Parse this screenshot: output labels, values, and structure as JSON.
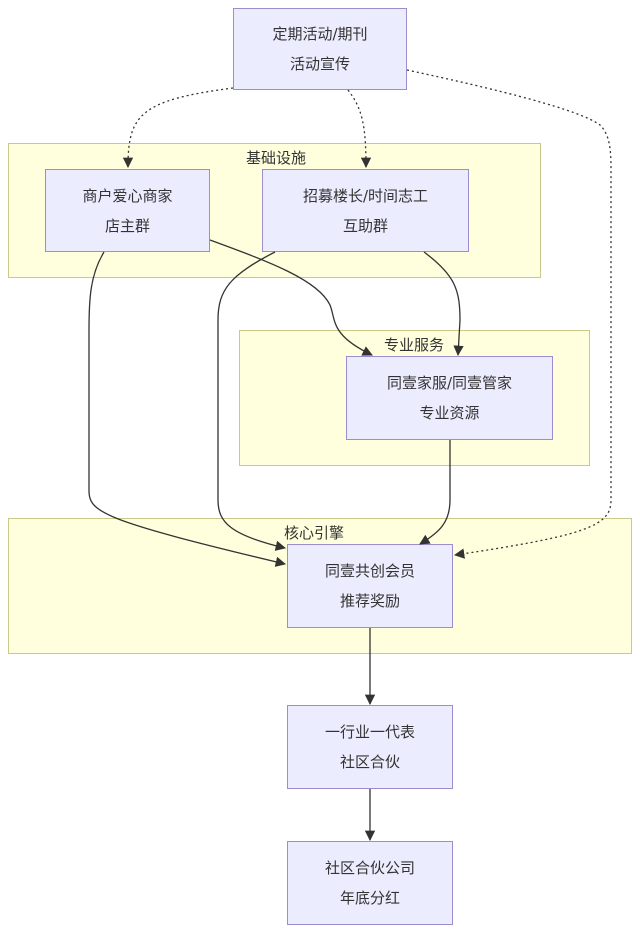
{
  "colors": {
    "node_fill": "#ececff",
    "node_border": "#9d8dcd",
    "cluster_fill": "#ffffde",
    "cluster_border": "#c9c98a",
    "edge": "#333333",
    "text": "#333333"
  },
  "clusters": {
    "infra": {
      "label": "基础设施"
    },
    "pro": {
      "label": "专业服务"
    },
    "core": {
      "label": "核心引擎"
    }
  },
  "nodes": {
    "activity": {
      "line1": "定期活动/期刊",
      "line2": "活动宣传"
    },
    "merchant": {
      "line1": "商户爱心商家",
      "line2": "店主群"
    },
    "volunteer": {
      "line1": "招募楼长/时间志工",
      "line2": "互助群"
    },
    "service": {
      "line1": "同壹家服/同壹管家",
      "line2": "专业资源"
    },
    "member": {
      "line1": "同壹共创会员",
      "line2": "推荐奖励"
    },
    "partner": {
      "line1": "一行业一代表",
      "line2": "社区合伙"
    },
    "company": {
      "line1": "社区合伙公司",
      "line2": "年底分红"
    }
  },
  "edges": [
    {
      "from": "activity",
      "to": "merchant",
      "style": "dotted"
    },
    {
      "from": "activity",
      "to": "volunteer",
      "style": "dotted"
    },
    {
      "from": "activity",
      "to": "member",
      "style": "dotted"
    },
    {
      "from": "merchant",
      "to": "service",
      "style": "solid"
    },
    {
      "from": "volunteer",
      "to": "service",
      "style": "solid"
    },
    {
      "from": "merchant",
      "to": "member",
      "style": "solid"
    },
    {
      "from": "volunteer",
      "to": "member",
      "style": "solid"
    },
    {
      "from": "service",
      "to": "member",
      "style": "solid"
    },
    {
      "from": "member",
      "to": "partner",
      "style": "solid"
    },
    {
      "from": "partner",
      "to": "company",
      "style": "solid"
    }
  ]
}
